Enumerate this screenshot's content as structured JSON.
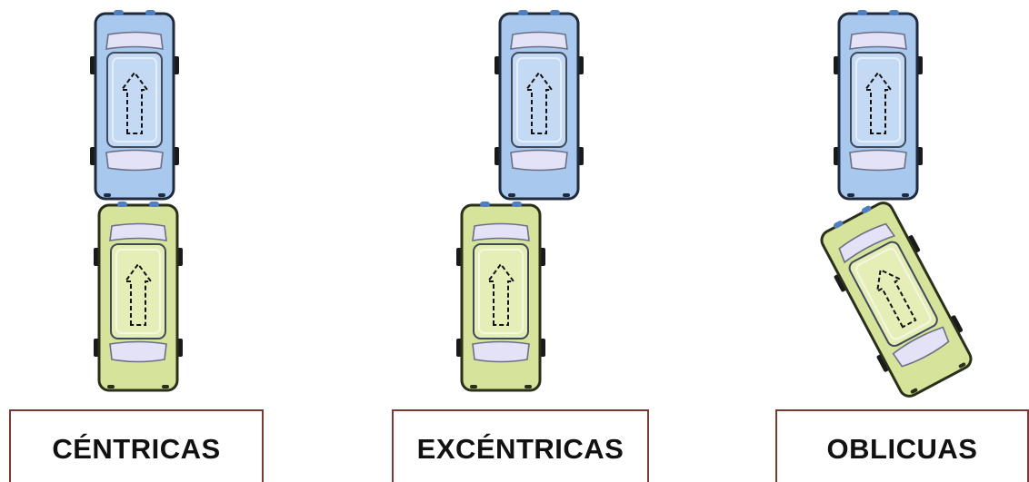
{
  "diagram": {
    "labels": {
      "centricas": "CÉNTRICAS",
      "excentricas": "EXCÉNTRICAS",
      "oblicuas": "OBLICUAS"
    },
    "colors": {
      "blue_car_body": "#a9c8ee",
      "blue_car_outline": "#1f2a3d",
      "green_car_body": "#d6e39a",
      "green_car_outline": "#2a2f1c",
      "window": "#e4e2f7",
      "roof_blue": "#c4d9f3",
      "roof_green": "#e6eeb8",
      "wheel": "#1a1a1a",
      "light": "#4f7fc0",
      "label_border": "#7a3a34"
    },
    "arrow_style": "dashed-up-arrow"
  }
}
